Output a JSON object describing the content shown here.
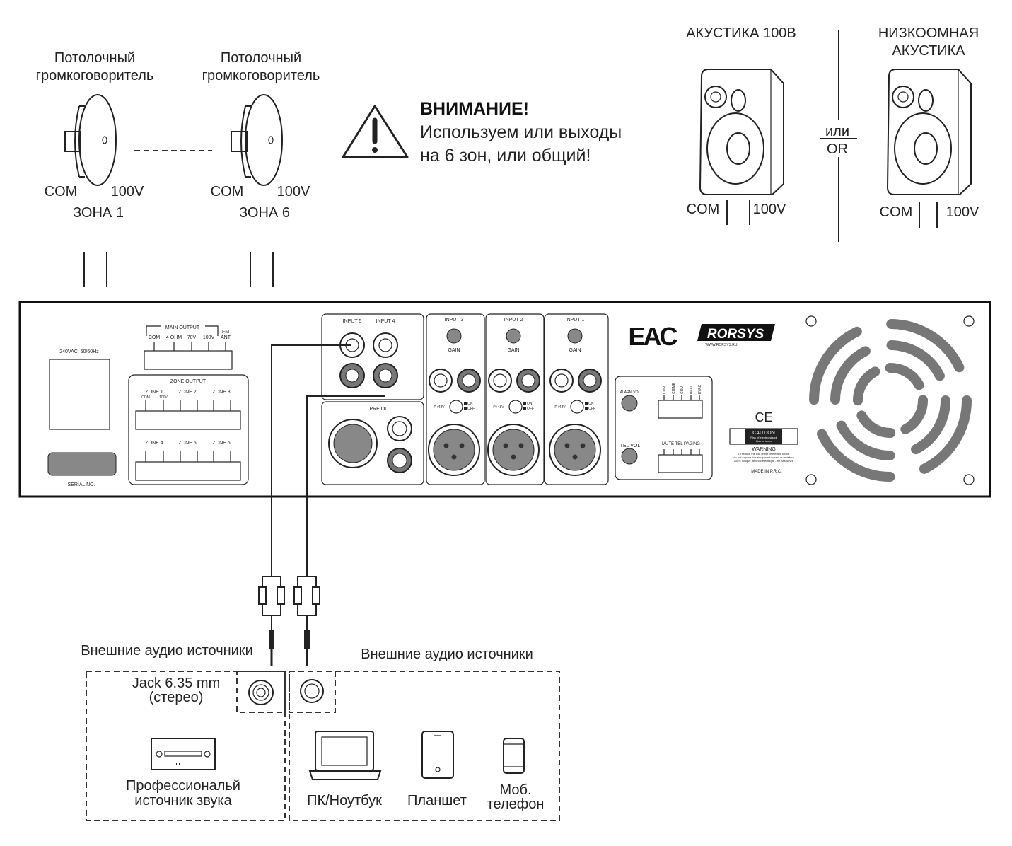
{
  "speakers": {
    "ceiling_1": {
      "title_line1": "Потолочный",
      "title_line2": "громкоговоритель",
      "com": "COM",
      "v100": "100V",
      "zone": "ЗОНА 1"
    },
    "ceiling_6": {
      "title_line1": "Потолочный",
      "title_line2": "громкоговоритель",
      "com": "COM",
      "v100": "100V",
      "zone": "ЗОНА 6"
    },
    "acoustic_100v": {
      "title": "АКУСТИКА 100В",
      "com": "COM",
      "v100": "100V"
    },
    "low_ohm": {
      "title_line1": "НИЗКООМНАЯ",
      "title_line2": "АКУСТИКА",
      "com": "COM",
      "v100": "100V"
    },
    "or_top": "или",
    "or_bottom": "OR"
  },
  "warning": {
    "title": "ВНИМАНИЕ!",
    "line1": "Используем или выходы",
    "line2": "на 6 зон, или общий!",
    "icon": "warning-triangle-icon"
  },
  "amplifier": {
    "power": "240VAC, 50/60Hz",
    "serial": "SERIAL NO.",
    "main_output": "MAIN OUTPUT",
    "main_terms": [
      "COM",
      "4 OHM",
      "70V",
      "100V"
    ],
    "fm1": "FM",
    "fm2": "ANT",
    "zone_output": "ZONE OUTPUT",
    "zones": [
      "ZONE 1",
      "ZONE 2",
      "ZONE 3",
      "ZONE 4",
      "ZONE 5",
      "ZONE 6"
    ],
    "zone_com": "COM",
    "zone_100v": "100V",
    "input5": "INPUT 5",
    "input4": "INPUT 4",
    "pre_out": "PRE OUT",
    "inputs": [
      "INPUT 3",
      "INPUT 2",
      "INPUT 1"
    ],
    "gain": "GAIN",
    "phantom": "P+48V",
    "on": "ON",
    "off": "OFF",
    "eac": "EAC",
    "brand": "RORSYS",
    "website": "WWW.RORSYS.RU",
    "alarm_vol": "ALARM VOL",
    "tel_vol": "TEL VOL",
    "alarm_terms": [
      "COM",
      "CHIME",
      "COM",
      "BELL",
      "EVAC"
    ],
    "mute_tel_paging": "MUTE TEL PAGING",
    "ce": "CE",
    "caution": "CAUTION",
    "caution_sub1": "Risk of electric shock",
    "caution_sub2": "Do not open",
    "warning": "WARNING",
    "warning_text1": "To reduce the risk of fire or electric shock",
    "warning_text2": "do not expose this equipment to rain or moisture",
    "warning_text3": "AVIS: Risque de choc electrique - ne pas ouvrir",
    "made_in": "MADE IN P.R.C."
  },
  "sources": {
    "label_left": "Внешние аудио источники",
    "label_right": "Внешние аудио источники",
    "jack_line1": "Jack 6.35 mm",
    "jack_line2": "(стерео)",
    "pro_line1": "Профессиональй",
    "pro_line2": "источник звука",
    "pc": "ПК/Ноутбук",
    "tablet": "Планшет",
    "phone_line1": "Моб.",
    "phone_line2": "телефон"
  }
}
